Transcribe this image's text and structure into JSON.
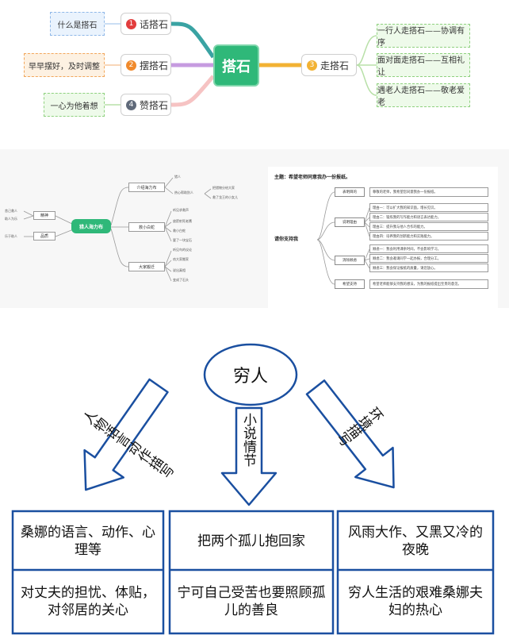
{
  "mindmap": {
    "center": "搭石",
    "branches": [
      {
        "num": "1",
        "label": "话搭石",
        "color": "#e23d3d",
        "leaf": "什么是搭石"
      },
      {
        "num": "2",
        "label": "摆搭石",
        "color": "#f08a2c",
        "leaf": "早早摆好，及时调整"
      },
      {
        "num": "4",
        "label": "赞搭石",
        "color": "#606a7a",
        "leaf": "一心为他着想"
      },
      {
        "num": "3",
        "label": "走搭石",
        "color": "#f2b233",
        "leaves": [
          "一行人走搭石——协调有序",
          "面对面走搭石——互相礼让",
          "遇老人走搭石——敬老爱老"
        ]
      }
    ],
    "colors": {
      "center": "#2fb879",
      "teal": "#3aa3a3",
      "purple": "#c69be0",
      "pink": "#f6c3c3",
      "yellow": "#f2b233",
      "green_line": "#b8e0a8"
    }
  },
  "left_map": {
    "center": "猎人海力布",
    "left_nodes": [
      "精神",
      "品质"
    ],
    "left_leaves": [
      "舍己救人",
      "助人为乐",
      "乐于助人"
    ],
    "branches": [
      {
        "label": "介绍海力布",
        "subs": [
          "猎人",
          "热心帮助别人",
          "把猎物分给大家",
          "救了龙王的小女儿"
        ]
      },
      {
        "label": "救小白蛇",
        "subs": [
          "听见求救声",
          "放箭射死老鹰",
          "救小白蛇",
          "要了一块宝石"
        ]
      },
      {
        "label": "大家搬迁",
        "subs": [
          "听见鸟的议论",
          "劝大家搬家",
          "说出真相",
          "变成了石头"
        ]
      }
    ]
  },
  "right_map": {
    "topic": "主题：希望老师同意我办一份报纸。",
    "root": "请你支持我",
    "sections": [
      {
        "label": "表明目的",
        "details": [
          "尊敬的老师，我希望您同意我办一份报纸。"
        ]
      },
      {
        "label": "说明理由",
        "details": [
          "理由一：可以扩大我的知识面，增长见识。",
          "理由二：锻炼我的写作能力和语言表达能力。",
          "理由三：提升我与他人合作的能力。",
          "理由四：培养我的创新能力和实践能力。"
        ]
      },
      {
        "label": "消除顾虑",
        "details": [
          "顾虑一：我会利用课余时间，不会影响学习。",
          "顾虑二：我会邀请同学一起办报，合理分工。",
          "顾虑三：我会保证报纸的质量，请您放心。"
        ]
      },
      {
        "label": "希望支持",
        "details": [
          "希望老师能够支持我的想法，为我的报纸提出宝贵的意见。"
        ]
      }
    ]
  },
  "story": {
    "title": "穷人",
    "arrows": [
      "人物语言动作描写",
      "小说情节",
      "环境描写"
    ],
    "columns": [
      {
        "top": "桑娜的语言、动作、心理等",
        "bottom": "对丈夫的担忧、体贴，对邻居的关心"
      },
      {
        "top": "把两个孤儿抱回家",
        "bottom": "宁可自己受苦也要照顾孤儿的善良"
      },
      {
        "top": "风雨大作、又黑又冷的夜晚",
        "bottom": "穷人生活的艰难桑娜夫妇的热心"
      }
    ]
  }
}
